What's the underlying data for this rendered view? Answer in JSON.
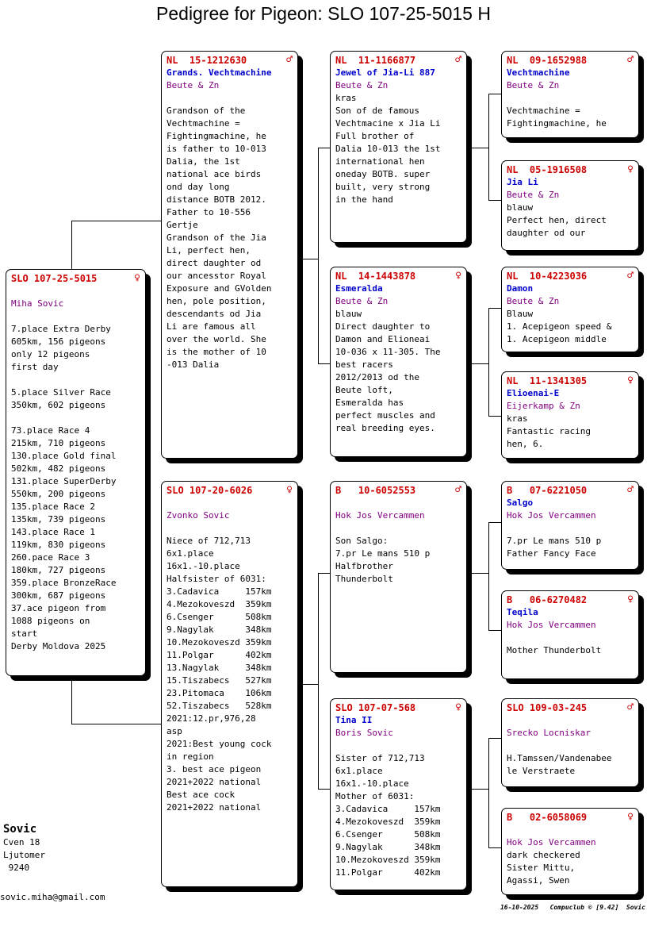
{
  "title": "Pedigree for Pigeon: SLO 107-25-5015 H",
  "cards": {
    "subject": {
      "ring": "SLO 107-25-5015",
      "sex": "♀",
      "name": "",
      "breeder": "Miha Sovic",
      "lines": [
        "",
        "7.place Extra Derby",
        "605km, 156 pigeons",
        "only 12 pigeons",
        "first day",
        "",
        "5.place Silver Race",
        "350km, 602 pigeons",
        "",
        "73.place Race 4",
        "215km, 710 pigeons",
        "130.place Gold final",
        "502km, 482 pigeons",
        "131.place SuperDerby",
        "550km, 200 pigeons",
        "135.place Race 2",
        "135km, 739 pigeons",
        "143.place Race 1",
        "119km, 830 pigeons",
        "260.pace Race 3",
        "180km, 727 pigeons",
        "359.place BronzeRace",
        "300km, 687 pigeons",
        "37.ace pigeon from",
        "1088 pigeons on",
        "start",
        "Derby Moldova 2025"
      ]
    },
    "sire": {
      "ring": "NL  15-1212630",
      "sex": "♂",
      "name": "Grands. Vechtmachine",
      "breeder": "Beute & Zn",
      "lines": [
        "",
        "Grandson of the",
        "Vechtmachine =",
        "Fightingmachine, he",
        "is father to 10-013",
        "Dalia, the 1st",
        "national ace birds",
        "ond day long",
        "distance BOTB 2012.",
        "Father to 10-556",
        "Gertje",
        "Grandson of the Jia",
        "Li, perfect hen,",
        "direct daughter od",
        "our ancesstor Royal",
        "Exposure and GVolden",
        "hen, pole position,",
        "descendants od Jia",
        "Li are famous all",
        "over the world. She",
        "is the mother of 10",
        "-013 Dalia"
      ]
    },
    "dam": {
      "ring": "SLO 107-20-6026",
      "sex": "♀",
      "name": "",
      "breeder": "Zvonko Sovic",
      "lines": [
        "",
        "Niece of 712,713",
        "6x1.place",
        "16x1.-10.place",
        "Halfsister of 6031:",
        "3.Cadavica     157km",
        "4.Mezokoveszd  359km",
        "6.Csenger      508km",
        "9.Nagylak      348km",
        "10.Mezokoveszd 359km",
        "11.Polgar      402km",
        "13.Nagylak     348km",
        "15.Tiszabecs   527km",
        "23.Pitomaca    106km",
        "52.Tiszabecs   528km",
        "2021:12.pr,976,28",
        "asp",
        "2021:Best young cock",
        "in region",
        "3. best ace pigeon",
        "2021+2022 national",
        "Best ace cock",
        "2021+2022 national"
      ]
    },
    "ss": {
      "ring": "NL  11-1166877",
      "sex": "♂",
      "name": "Jewel of Jia-Li 887",
      "breeder": "Beute & Zn",
      "lines": [
        "kras",
        "Son of de famous",
        "Vechtmacine x Jia Li",
        "Full brother of",
        "Dalia 10-013 the 1st",
        "international hen",
        "oneday BOTB. super",
        "built, very strong",
        "in the hand"
      ]
    },
    "sd": {
      "ring": "NL  14-1443878",
      "sex": "♀",
      "name": "Esmeralda",
      "breeder": "Beute & Zn",
      "lines": [
        "blauw",
        "Direct daughter to",
        "Damon and Elioneai",
        "10-036 x 11-305. The",
        "best racers",
        "2012/2013 od the",
        "Beute loft,",
        "Esmeralda has",
        "perfect muscles and",
        "real breeding eyes."
      ]
    },
    "ds": {
      "ring": "B   10-6052553",
      "sex": "♂",
      "name": "",
      "breeder": "Hok Jos Vercammen",
      "lines": [
        "",
        "Son Salgo:",
        "7.pr Le mans 510 p",
        "Halfbrother",
        "Thunderbolt"
      ]
    },
    "dd": {
      "ring": "SLO 107-07-568",
      "sex": "♀",
      "name": "Tina II",
      "breeder": "Boris Sovic",
      "lines": [
        "",
        "Sister of 712,713",
        "6x1.place",
        "16x1.-10.place",
        "Mother of 6031:",
        "3.Cadavica     157km",
        "4.Mezokoveszd  359km",
        "6.Csenger      508km",
        "9.Nagylak      348km",
        "10.Mezokoveszd 359km",
        "11.Polgar      402km"
      ]
    },
    "sss": {
      "ring": "NL  09-1652988",
      "sex": "♂",
      "name": "Vechtmachine",
      "breeder": "Beute & Zn",
      "lines": [
        "",
        "Vechtmachine =",
        "Fightingmachine, he"
      ]
    },
    "ssd": {
      "ring": "NL  05-1916508",
      "sex": "♀",
      "name": "Jia Li",
      "breeder": "Beute & Zn",
      "lines": [
        "blauw",
        "Perfect hen, direct",
        "daughter od our"
      ]
    },
    "sds": {
      "ring": "NL  10-4223036",
      "sex": "♂",
      "name": "Damon",
      "breeder": "Beute & Zn",
      "lines": [
        "Blauw",
        "1. Acepigeon speed &",
        "1. Acepigeon middle"
      ]
    },
    "sdd": {
      "ring": "NL  11-1341305",
      "sex": "♀",
      "name": "Elioenai-E",
      "breeder": "Eijerkamp & Zn",
      "lines": [
        "kras",
        "Fantastic racing",
        "hen, 6."
      ]
    },
    "dss": {
      "ring": "B   07-6221050",
      "sex": "♂",
      "name": "Salgo",
      "breeder": "Hok Jos Vercammen",
      "lines": [
        "",
        "7.pr Le mans 510 p",
        "Father Fancy Face"
      ]
    },
    "dsd": {
      "ring": "B   06-6270482",
      "sex": "♀",
      "name": "Teqila",
      "breeder": "Hok Jos Vercammen",
      "lines": [
        "",
        "Mother Thunderbolt"
      ]
    },
    "dds": {
      "ring": "SLO 109-03-245",
      "sex": "♂",
      "name": "",
      "breeder": "Srecko Locniskar",
      "lines": [
        "",
        "H.Tamssen/Vandenabee",
        "le Verstraete"
      ]
    },
    "ddd": {
      "ring": "B   02-6058069",
      "sex": "♀",
      "name": "",
      "breeder": "Hok Jos Vercammen",
      "lines": [
        "dark checkered",
        "Sister Mittu,",
        "Agassi, Swen"
      ]
    }
  },
  "owner": {
    "name": "Sovic",
    "address1": "Cven 18",
    "address2": "Ljutomer",
    "address3": " 9240"
  },
  "email": "sovic.miha@gmail.com",
  "footer": "16-10-2025   Compuclub © [9.42]  Sovic"
}
